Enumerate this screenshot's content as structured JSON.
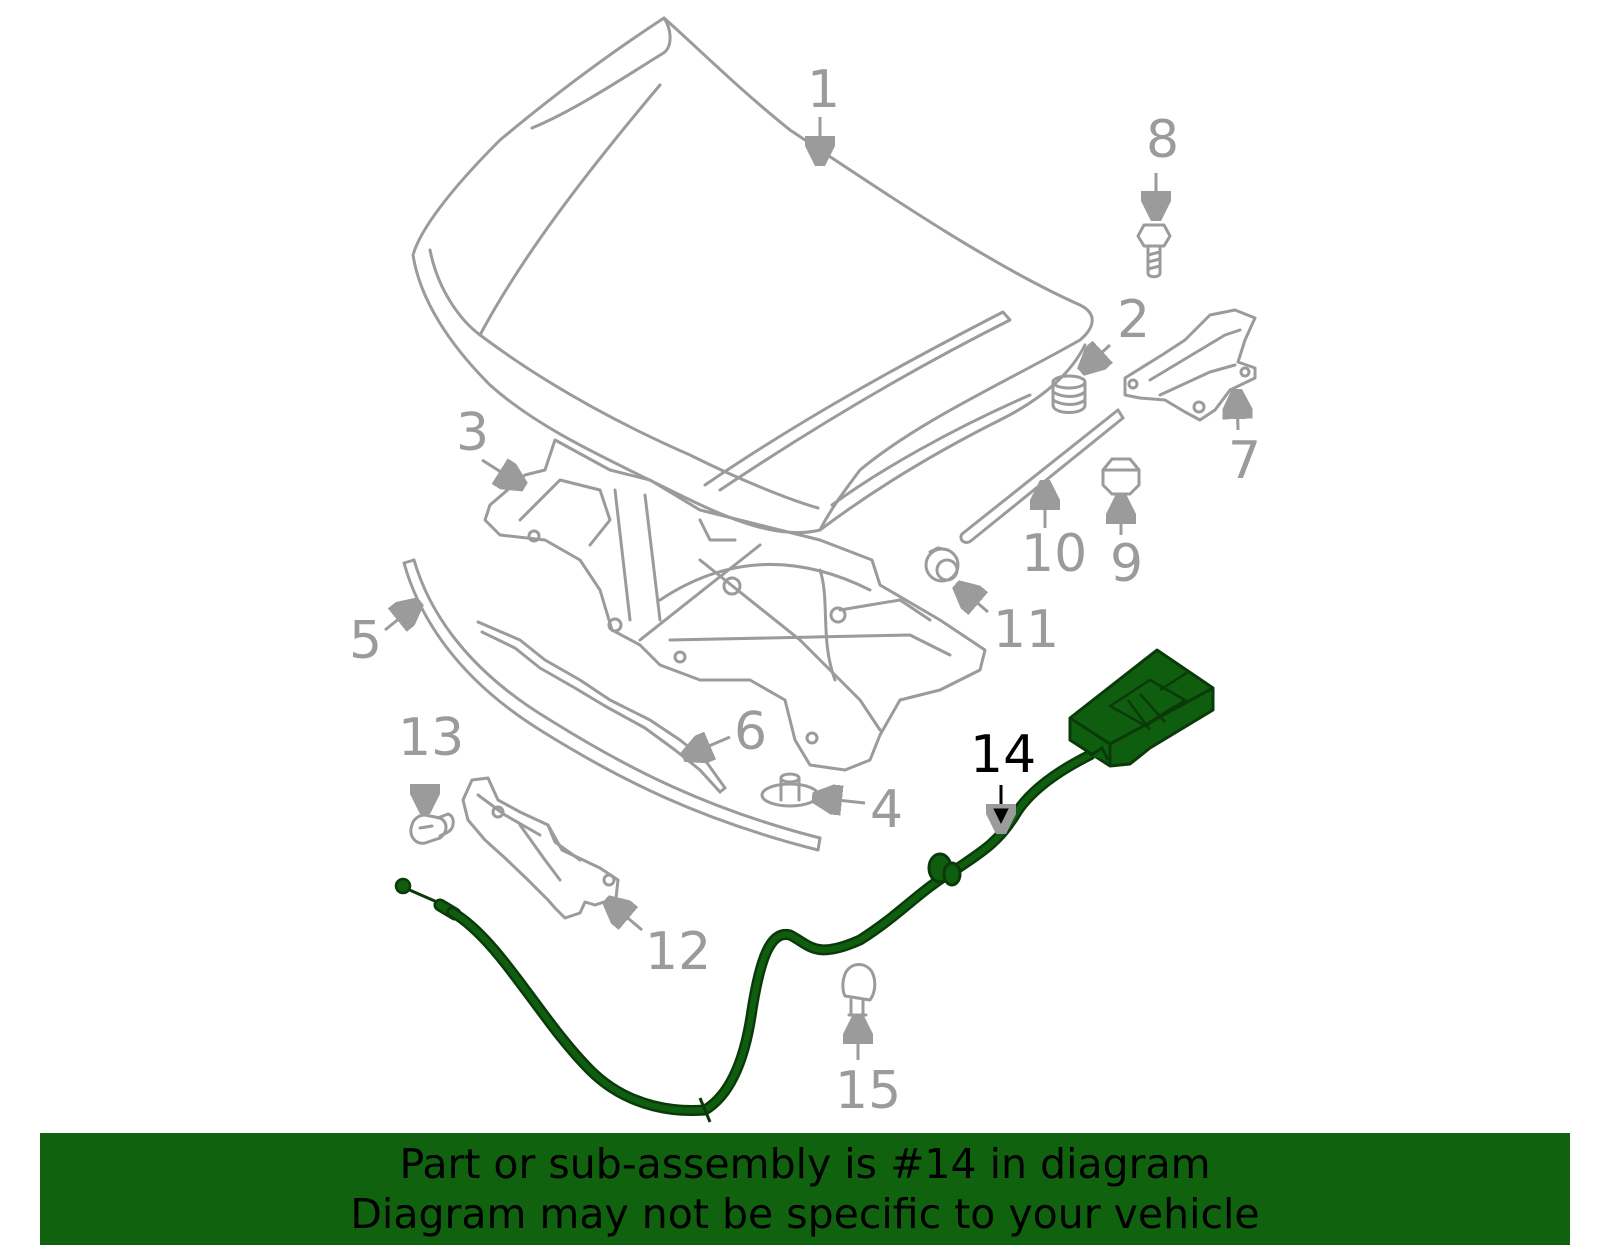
{
  "colors": {
    "line_gray": "#9b9b9b",
    "highlight_fill": "#0f5e0f",
    "highlight_stroke": "#0a3a0a",
    "banner_bg": "#11620f",
    "highlight_label": "#000000"
  },
  "highlighted_part": "14",
  "callouts": [
    {
      "id": "1",
      "text": "1"
    },
    {
      "id": "2",
      "text": "2"
    },
    {
      "id": "3",
      "text": "3"
    },
    {
      "id": "4",
      "text": "4"
    },
    {
      "id": "5",
      "text": "5"
    },
    {
      "id": "6",
      "text": "6"
    },
    {
      "id": "7",
      "text": "7"
    },
    {
      "id": "8",
      "text": "8"
    },
    {
      "id": "9",
      "text": "9"
    },
    {
      "id": "10",
      "text": "10"
    },
    {
      "id": "11",
      "text": "11"
    },
    {
      "id": "12",
      "text": "12"
    },
    {
      "id": "13",
      "text": "13"
    },
    {
      "id": "14",
      "text": "14"
    },
    {
      "id": "15",
      "text": "15"
    }
  ],
  "banner": {
    "line1": "Part or sub-assembly is #14 in diagram",
    "line2": "Diagram may not be specific to your vehicle"
  }
}
